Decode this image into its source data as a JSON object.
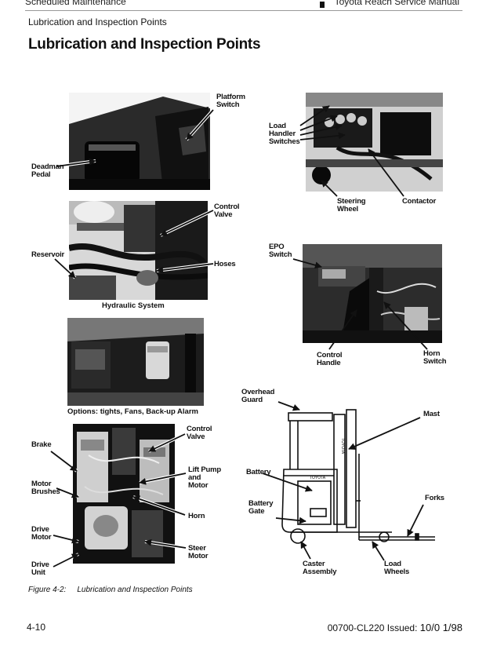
{
  "header": {
    "left": "Scheduled Maintenance",
    "right": "Toyota Reach Service Manual"
  },
  "subheading": "Lubrication and Inspection Points",
  "title": "Lubrication and Inspection Points",
  "labels": {
    "platform_switch": "Platform\nSwitch",
    "deadman_pedal": "Deadman\nPedal",
    "load_handler_switches": "Load\nHandler\nSwitches",
    "steering_wheel": "Steering\nWheel",
    "contactor": "Contactor",
    "control_valve": "Control\nValve",
    "reservoir": "Reservoir",
    "hoses": "Hoses",
    "hydraulic_system": "Hydraulic System",
    "epo_switch": "EPO\nSwitch",
    "control_handle": "Control\nHandle",
    "horn_switch": "Horn\nSwitch",
    "options": "Options: tights, Fans, Back-up Alarm",
    "overhead_guard": "Overhead\nGuard",
    "mast": "Mast",
    "battery": "Battery",
    "battery_gate": "Battery\nGate",
    "forks": "Forks",
    "caster_assembly": "Caster\nAssembly",
    "load_wheels": "Load\nWheels",
    "brake": "Brake",
    "control_valve_2": "Control\nValve",
    "lift_pump_motor": "Lift Pump\nand\nMotor",
    "motor_brushes": "Motor\nBrushes",
    "horn": "Horn",
    "drive_motor": "Drive\nMotor",
    "steer_motor": "Steer\nMotor",
    "drive_unit": "Drive\nUnit"
  },
  "truck_markings": {
    "mast_text": "TOYOTA",
    "body_text": "TOYOTA"
  },
  "figure": {
    "number": "Figure 4-2:",
    "caption": "Lubrication and Inspection Points"
  },
  "footer": {
    "page": "4-10",
    "doc": "00700-CL220 Issued:",
    "date": "10/0 1/98"
  }
}
